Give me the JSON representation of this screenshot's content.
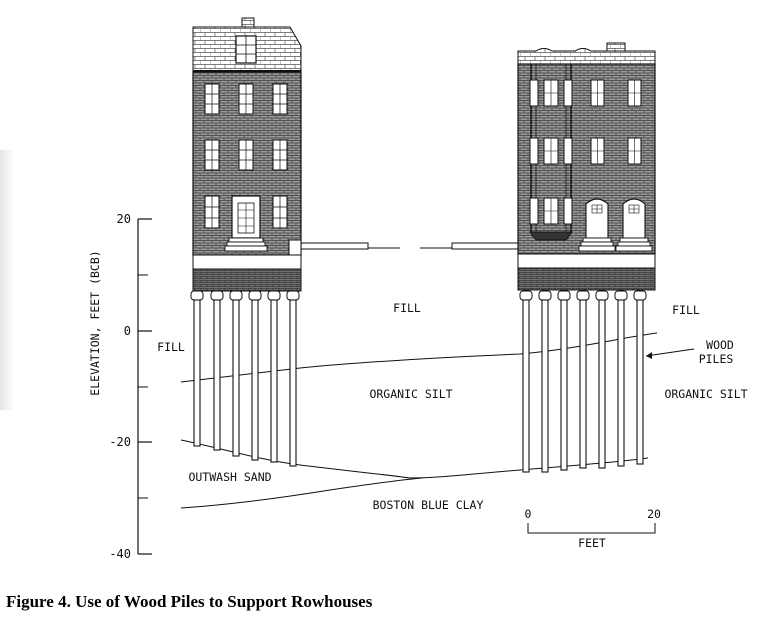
{
  "axis": {
    "label": "ELEVATION, FEET (BCB)",
    "ticks": [
      "20",
      "0",
      "-20",
      "-40"
    ]
  },
  "labels": {
    "fill_center": "FILL",
    "fill_left": "FILL",
    "fill_right": "FILL",
    "wood_piles_line1": "WOOD",
    "wood_piles_line2": "PILES",
    "organic_silt_center": "ORGANIC SILT",
    "organic_silt_right": "ORGANIC SILT",
    "outwash_sand": "OUTWASH SAND",
    "boston_blue_clay": "BOSTON BLUE CLAY"
  },
  "scale_bar": {
    "start": "0",
    "end": "20",
    "unit": "FEET"
  },
  "caption": "Figure 4.  Use of Wood Piles to Support Rowhouses",
  "colors": {
    "line": "#111111",
    "brick_fill": "#9a9a9a",
    "window_fill": "#ffffff"
  }
}
